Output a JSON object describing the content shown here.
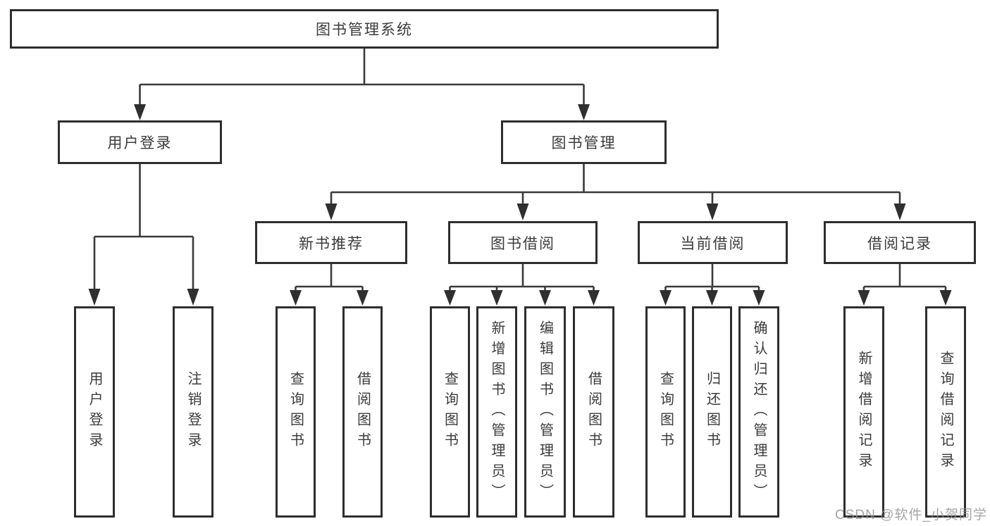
{
  "tree": {
    "root": "图书管理系统",
    "user_login": {
      "label": "用户登录",
      "children": [
        "用户登录",
        "注销登录"
      ]
    },
    "book_mgmt": {
      "label": "图书管理",
      "sections": [
        {
          "label": "新书推荐",
          "children": [
            "查询图书",
            "借阅图书"
          ]
        },
        {
          "label": "图书借阅",
          "children": [
            "查询图书",
            "新增图书（管理员）",
            "编辑图书（管理员）",
            "借阅图书"
          ]
        },
        {
          "label": "当前借阅",
          "children": [
            "查询图书",
            "归还图书",
            "确认归还（管理员）"
          ]
        },
        {
          "label": "借阅记录",
          "children": [
            "新增借阅记录",
            "查询借阅记录"
          ]
        }
      ]
    }
  },
  "watermark": "CSDN @软件_小贺同学",
  "colors": {
    "line": "#3a3a3a",
    "border": "#2e2e2e",
    "text": "#3b3b3b",
    "watermark": "#8f8f8f"
  }
}
